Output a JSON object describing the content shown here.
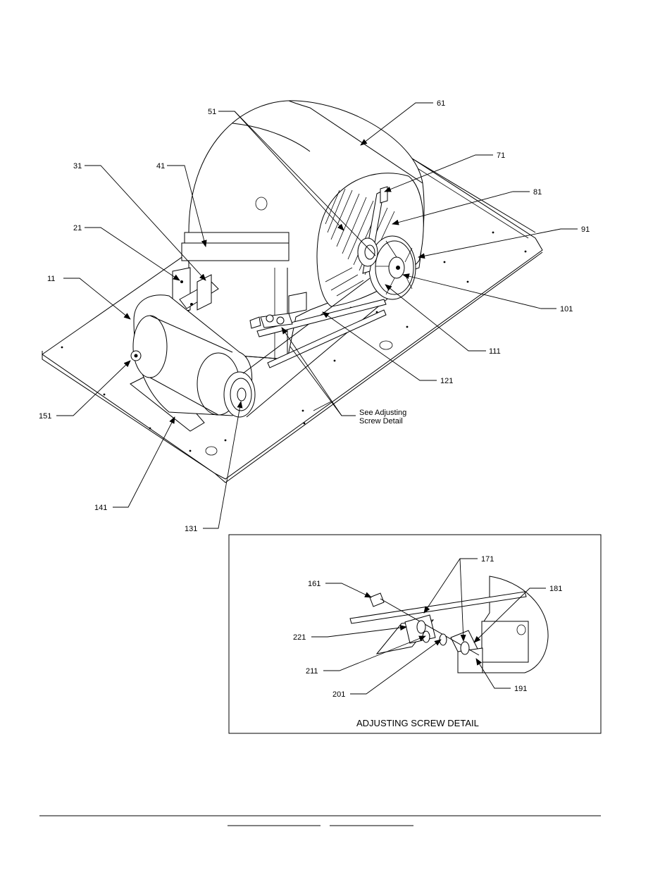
{
  "callouts": {
    "c11": "11",
    "c21": "21",
    "c31": "31",
    "c41": "41",
    "c51": "51",
    "c61": "61",
    "c71": "71",
    "c81": "81",
    "c91": "91",
    "c101": "101",
    "c111": "111",
    "c121": "121",
    "c131": "131",
    "c141": "141",
    "c151": "151",
    "see_detail_line1": "See Adjusting",
    "see_detail_line2": "Screw Detail"
  },
  "detail": {
    "title": "ADJUSTING SCREW DETAIL",
    "c161": "161",
    "c171": "171",
    "c181": "181",
    "c191": "191",
    "c201": "201",
    "c211": "211",
    "c221": "221"
  },
  "icons": [
    "arrowhead-icon"
  ]
}
